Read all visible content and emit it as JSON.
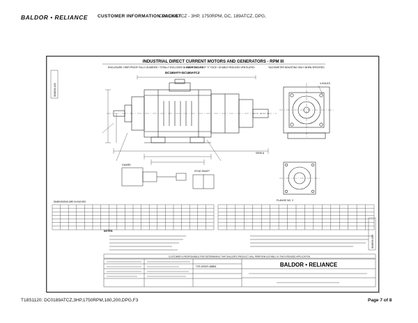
{
  "header": {
    "logo": "BALDOR • RELIANCE",
    "packet_title": "CUSTOMER INFORMATION PACKET",
    "product_line": "CD0189ATCZ - 3HP, 1750RPM, DC, 189ATCZ, DPG,"
  },
  "drawing": {
    "title": "INDUSTRIAL DIRECT CURRENT MOTORS AND GENERATORS - RPM III",
    "enclosure_note": "ENCLOSURE: DRIP-PROOF FULLY-GUARDED / TOTALLY ENCLOSED BLOWER COOLED",
    "mounting_note": "MOUNTING: FOOT \"C\" FACE / DOUBLE REDUCED VENTILATED",
    "model_range": "DC180ATY-DC180ATCZ",
    "mount_note": "TACHOMETER MOUNTING ONLY WHEN SPECIFIED",
    "side_code": "SD8900-003",
    "labels": {
      "view_a": "VIEW A",
      "flange_no": "FLANGE NO. 2",
      "four_holes": "4 HOLES",
      "guard": "GUARD",
      "stud_shaft": "STUD SHAFT",
      "dimensions_note": "DIMENSIONS ARE IN INCHES"
    },
    "baldor_logo": "BALDOR • RELIANCE",
    "doc_number": "TCR-100007-488811",
    "notes_heading": "NOTES:",
    "customer_responsibility": "CUSTOMER IS RESPONSIBLE FOR DETERMINING THAT BALDOR'S PRODUCT WILL PERFORM SUITABLY IN THE INTENDED APPLICATION."
  },
  "footer": {
    "left": "T18S1120: DC0189ATCZ,3HP,1750RPM,180,200,DPG,F3",
    "right": "Page 7 of 8"
  }
}
